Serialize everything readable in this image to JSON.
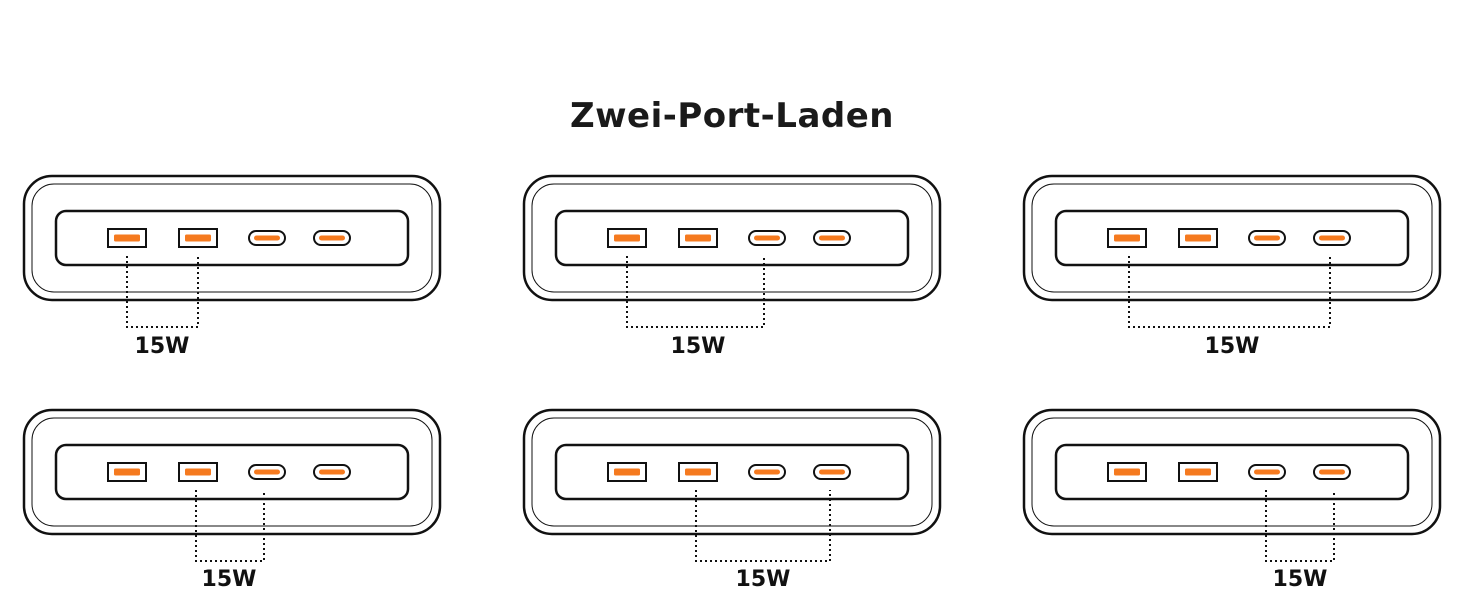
{
  "title": "Zwei-Port-Laden",
  "colors": {
    "outline": "#111111",
    "port_fill": "#f57a1f",
    "background": "#ffffff"
  },
  "port_types": [
    "usb-a",
    "usb-a",
    "usb-c",
    "usb-c"
  ],
  "configurations": [
    {
      "ports": [
        1,
        2
      ],
      "label": "15W"
    },
    {
      "ports": [
        1,
        3
      ],
      "label": "15W"
    },
    {
      "ports": [
        1,
        4
      ],
      "label": "15W"
    },
    {
      "ports": [
        2,
        3
      ],
      "label": "15W"
    },
    {
      "ports": [
        2,
        4
      ],
      "label": "15W"
    },
    {
      "ports": [
        3,
        4
      ],
      "label": "15W"
    }
  ]
}
